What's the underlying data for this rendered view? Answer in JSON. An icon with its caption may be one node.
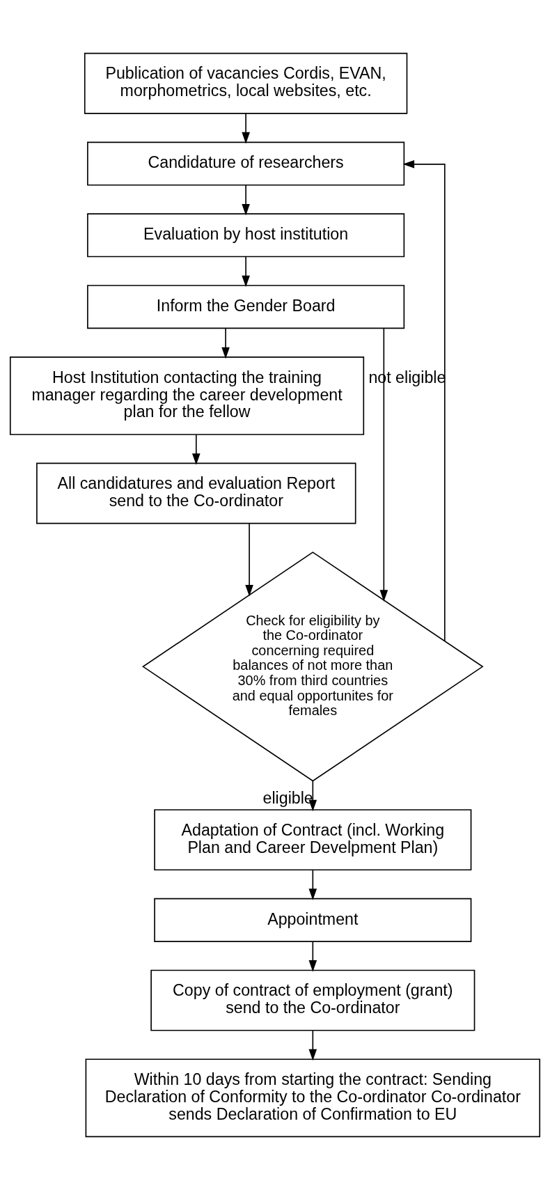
{
  "diagram": {
    "nodes": [
      {
        "text": [
          "Publication of vacancies Cordis, EVAN, morphometrics, local websites, etc."
        ]
      },
      {
        "text": [
          "Candidature of researchers"
        ]
      },
      {
        "text": [
          "Evaluation by host institution"
        ]
      },
      {
        "text": [
          "Inform the Gender Board"
        ]
      },
      {
        "text": [
          "Host Institution contacting the training manager regarding the career development plan for the fellow"
        ]
      },
      {
        "text": [
          "All candidatures and evaluation Report send to the Co-ordinator"
        ]
      },
      {
        "text": [
          "Check for eligibility by the Co-ordinator concerning required balances of not more than 30% from third countries and equal opportunites for females"
        ]
      },
      {
        "text": [
          "Adaptation of Contract (incl. Working Plan and Career Develpment Plan)"
        ]
      },
      {
        "text": [
          "Appointment"
        ]
      },
      {
        "text": [
          "Copy of contract of employment (grant) send to the Co-ordinator"
        ]
      },
      {
        "text": [
          "Within 10 days from starting the contract: Sending Declaration of Conformity to the Co-ordinator Co-ordinator sends Declaration of Confirmation to EU"
        ]
      }
    ],
    "edges": [
      {
        "from": 0,
        "to": 1,
        "arrow": "to"
      },
      {
        "from": 1,
        "to": 2,
        "arrow": "to"
      },
      {
        "from": 2,
        "to": 3,
        "arrow": "to"
      },
      {
        "from": 3,
        "to": 4,
        "arrow": "to"
      },
      {
        "from": 4,
        "to": 5,
        "arrow": "to"
      },
      {
        "from": 5,
        "to": 6,
        "arrow": "to"
      },
      {
        "from": 3,
        "to": 6,
        "arrow": "to"
      },
      {
        "from": 6,
        "to": 1,
        "label": "not eligible",
        "arrow": "to"
      },
      {
        "from": 6,
        "to": 7,
        "label": "eligible",
        "arrow": "to"
      },
      {
        "from": 7,
        "to": 8,
        "arrow": "to"
      },
      {
        "from": 8,
        "to": 9,
        "arrow": "to"
      },
      {
        "from": 9,
        "to": 10,
        "arrow": "to"
      }
    ]
  }
}
